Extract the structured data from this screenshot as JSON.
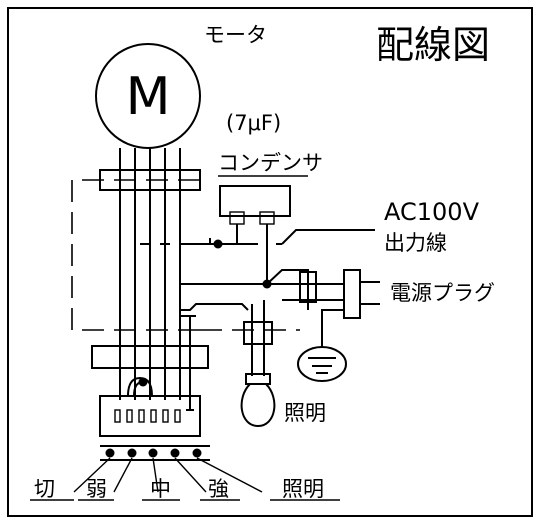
{
  "title": "配線図",
  "motor": {
    "caption": "モータ",
    "symbol": "M"
  },
  "capacitor": {
    "value": "(7μF)",
    "name": "コンデンサ"
  },
  "labels": {
    "voltage": "AC100V",
    "output_wire": "出力線",
    "power_plug": "電源プラグ",
    "lamp": "照明"
  },
  "switches": [
    "切",
    "弱",
    "中",
    "強",
    "照明"
  ]
}
